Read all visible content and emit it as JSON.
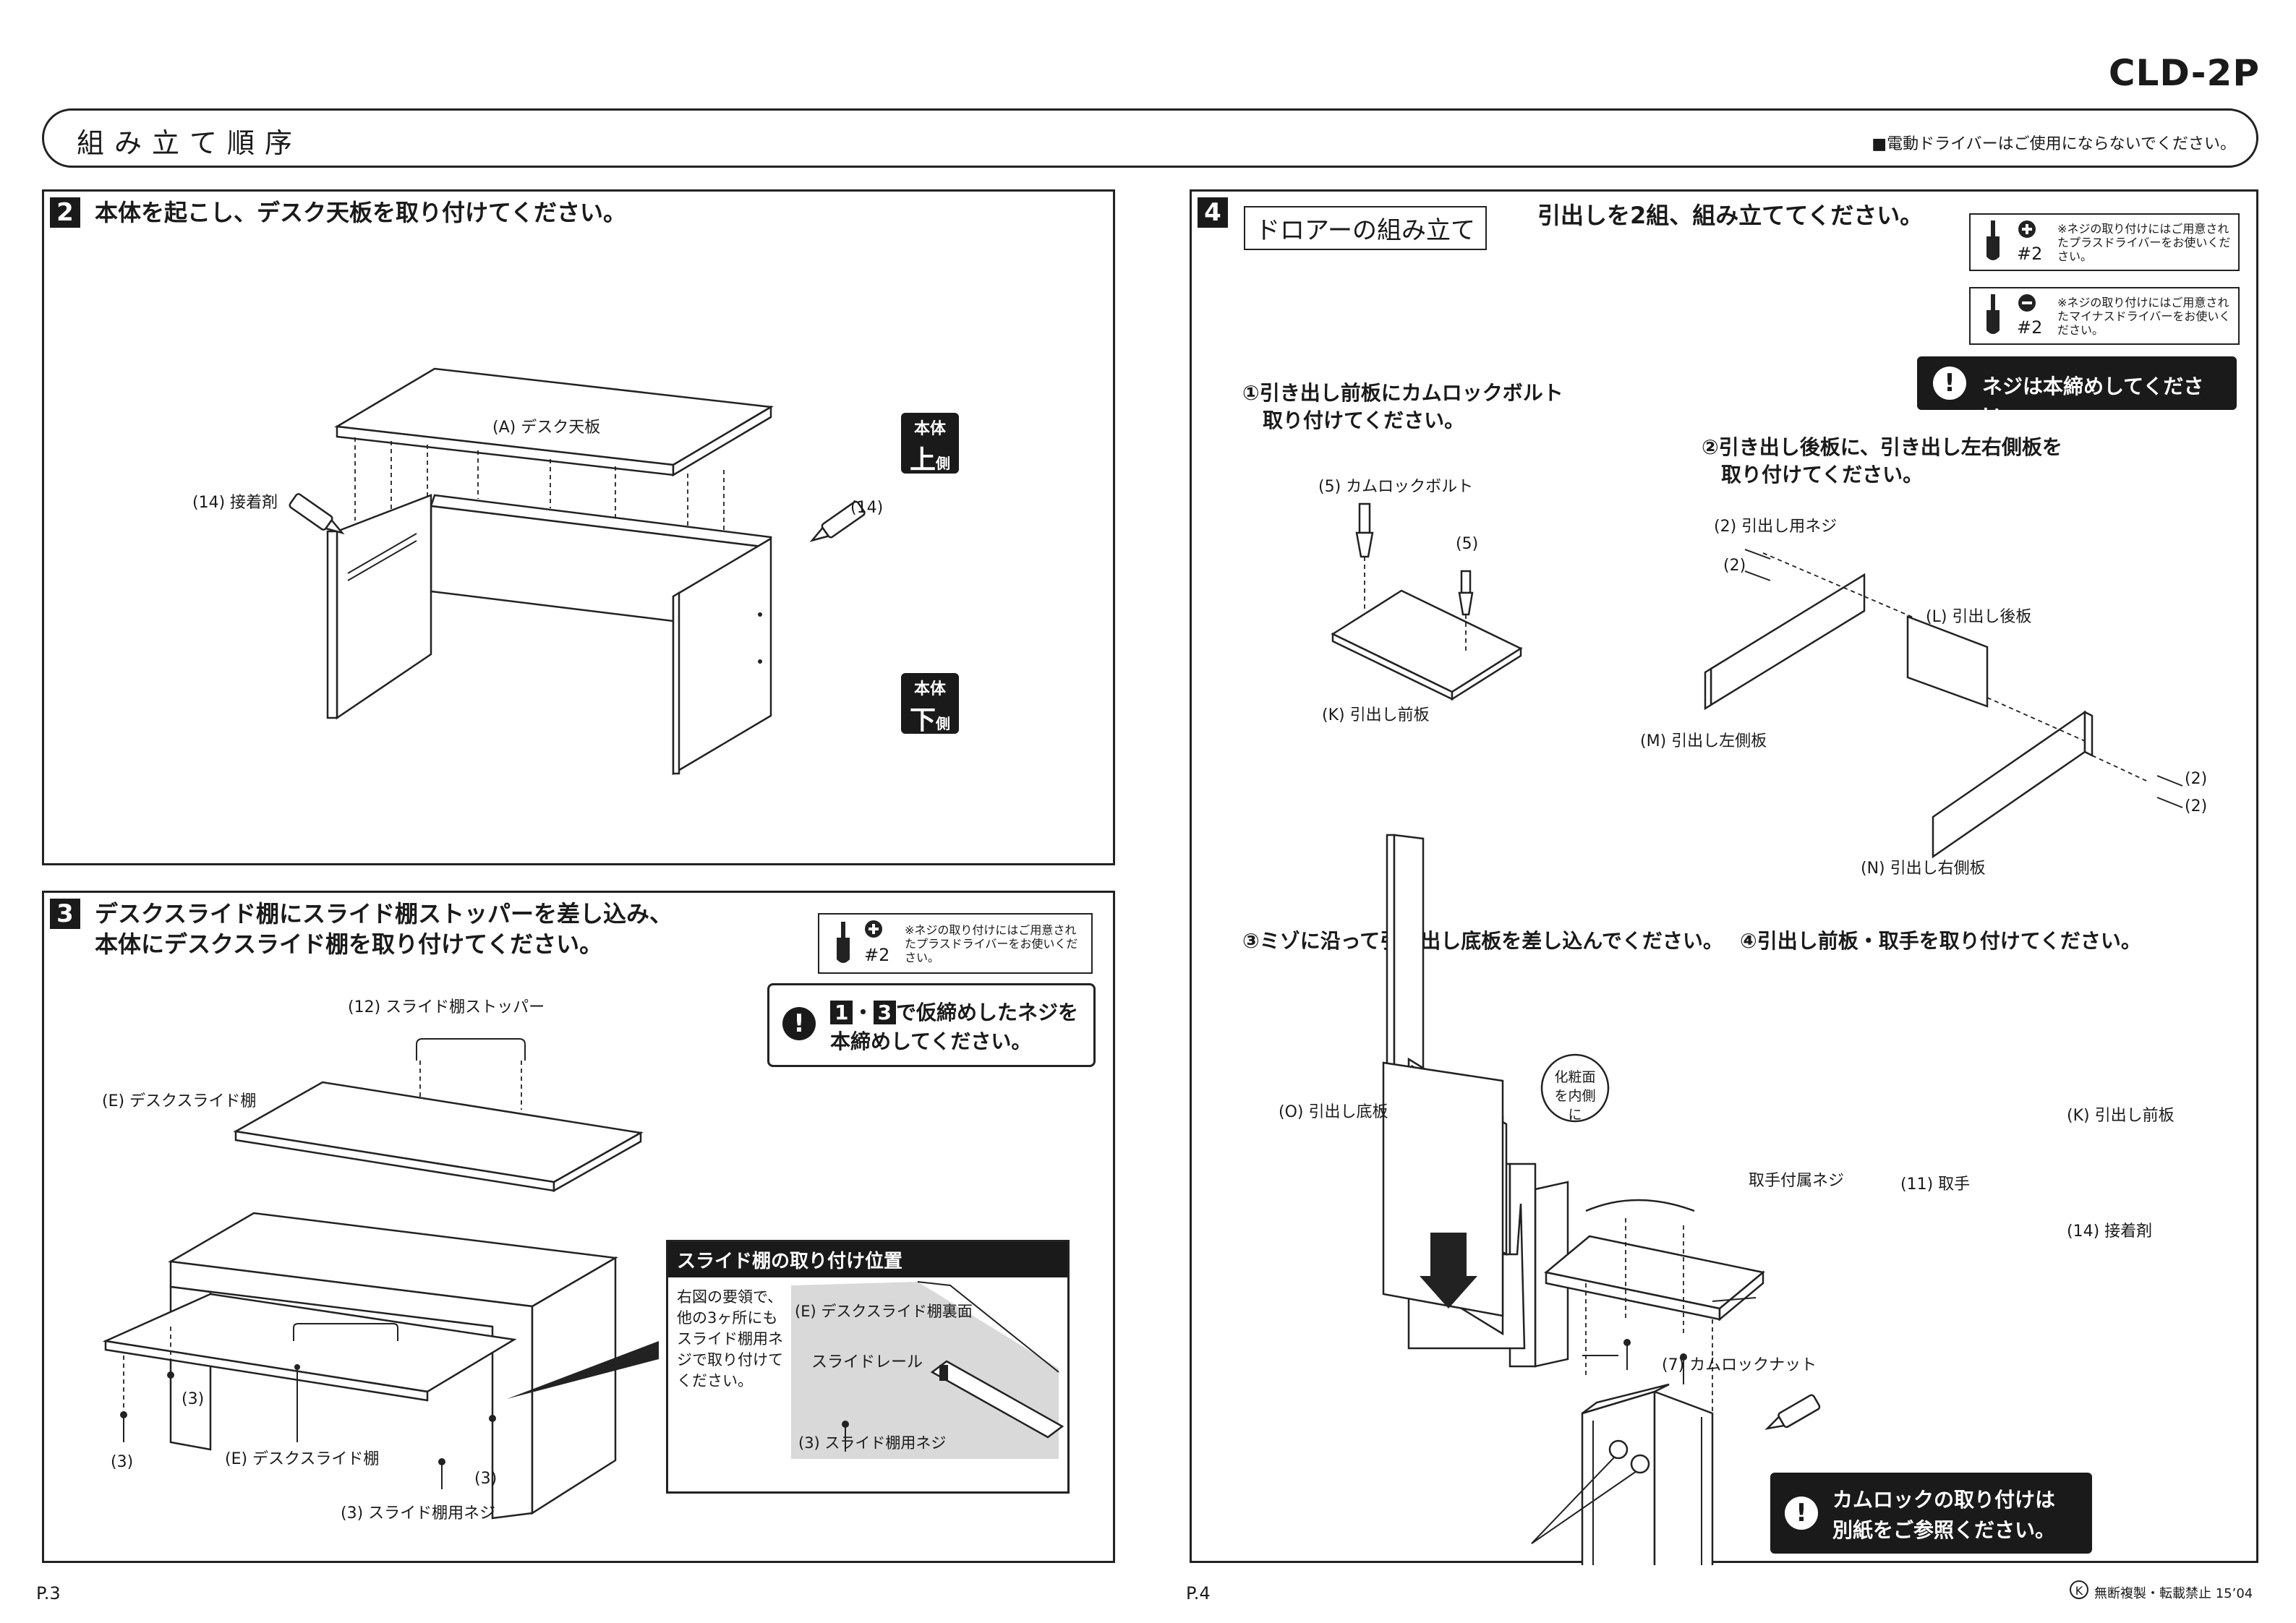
{
  "model": "CLD-2P",
  "header": {
    "title": "組み立て順序",
    "note": "■電動ドライバーはご使用にならないでください。"
  },
  "step2": {
    "num": "2",
    "text": "本体を起こし、デスク天板を取り付けてください。",
    "label_top": "(A) デスク天板",
    "label_glue_left": "(14) 接着剤",
    "label_glue_right": "(14)",
    "badge_top_a": "本体",
    "badge_top_b": "上",
    "badge_top_c": "側",
    "badge_bot_a": "本体",
    "badge_bot_b": "下",
    "badge_bot_c": "側"
  },
  "step3": {
    "num": "3",
    "text_line1": "デスクスライド棚にスライド棚ストッパーを差し込み、",
    "text_line2": "本体にデスクスライド棚を取り付けてください。",
    "screw_note": "※ネジの取り付けにはご用意されたプラスドライバーをお使いください。",
    "screw_size": "#2",
    "warn_n1": "1",
    "warn_dot": "・",
    "warn_n2": "3",
    "warn_line1": "で仮締めしたネジを",
    "warn_line2": "本締めしてください。",
    "label_stopper": "(12) スライド棚ストッパー",
    "label_shelf": "(E) デスクスライド棚",
    "label_shelf2": "(E) デスクスライド棚",
    "label_3a": "(3)",
    "label_3b": "(3)",
    "label_3c": "(3)",
    "label_screw": "(3) スライド棚用ネジ",
    "inset_title": "スライド棚の取り付け位置",
    "inset_text": "右図の要領で、他の3ヶ所にもスライド棚用ネジで取り付けてください。",
    "inset_back": "(E) デスクスライド棚裏面",
    "inset_rail": "スライドレール",
    "inset_screw": "(3) スライド棚用ネジ"
  },
  "step4": {
    "num": "4",
    "box_title": "ドロアーの組み立て",
    "text": "引出しを2組、組み立ててください。",
    "screw_note_plus": "※ネジの取り付けにはご用意されたプラスドライバーをお使いください。",
    "screw_note_minus": "※ネジの取り付けにはご用意されたマイナスドライバーをお使いください。",
    "screw_size": "#2",
    "warn": "ネジは本締めしてください。",
    "sub1_line1": "①引き出し前板にカムロックボルト",
    "sub1_line2": "取り付けてください。",
    "sub2_line1": "②引き出し後板に、引き出し左右側板を",
    "sub2_line2": "取り付けてください。",
    "sub3": "③ミゾに沿って引き出し底板を差し込んでください。",
    "sub4": "④引出し前板・取手を取り付けてください。",
    "l_camlock": "(5) カムロックボルト",
    "l_5": "(5)",
    "l_K": "(K) 引出し前板",
    "l_screw2": "(2) 引出し用ネジ",
    "l_2": "(2)",
    "l_L": "(L) 引出し後板",
    "l_M": "(M) 引出し左側板",
    "l_2b": "(2)",
    "l_2c": "(2)",
    "l_N": "(N) 引出し右側板",
    "l_O": "(O) 引出し底板",
    "l_face": "化粧面を内側に",
    "l_handle": "(11) 取手",
    "l_K2": "(K) 引出し前板",
    "l_handle_screw": "取手付属ネジ",
    "l_glue": "(14) 接着剤",
    "l_camnut": "(7) カムロックナット",
    "warn2_line1": "カムロックの取り付けは",
    "warn2_line2": "別紙をご参照ください。"
  },
  "footer": {
    "page_left": "P.3",
    "page_right": "P.4",
    "copyright": "無断複製・転載禁止 15’04",
    "copyright_mark": "K"
  }
}
